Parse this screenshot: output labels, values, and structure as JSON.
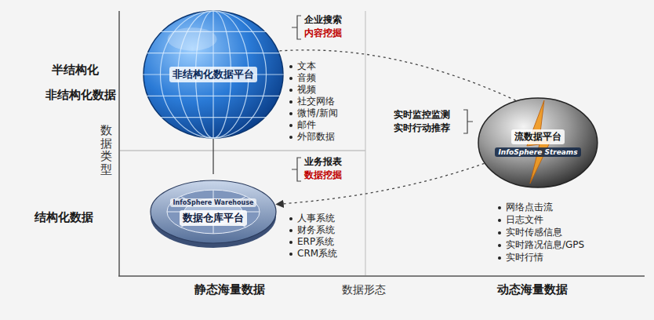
{
  "diagram": {
    "nodes": [
      {
        "text": [
          "非结构化数据平台"
        ]
      },
      {
        "text": [
          "InfoSphere Warehouse",
          "数据仓库平台"
        ]
      },
      {
        "text": [
          "流数据平台",
          "InfoSphere Streams"
        ]
      }
    ],
    "edges": [
      {
        "from": 0,
        "to": 1,
        "arrow": "none"
      },
      {
        "from": 2,
        "to": 0,
        "arrow": "none"
      },
      {
        "from": 2,
        "to": 1,
        "arrow": "to"
      }
    ],
    "labels": [
      "半结构化",
      "非结构化数据",
      "结构化数据",
      "数据类型",
      "静态海量数据",
      "数据形态",
      "动态海量数据",
      "企业搜索",
      "内容挖掘",
      "业务报表",
      "数据挖掘",
      "实时监控监测",
      "实时行动推荐",
      "文本",
      "音频",
      "视频",
      "社交网络",
      "微博/新闻",
      "邮件",
      "外部数据",
      "人事系统",
      "财务系统",
      "ERP系统",
      "CRM系统",
      "网络点击流",
      "日志文件",
      "实时传感信息",
      "实时路况信息/GPS",
      "实时行情"
    ]
  }
}
